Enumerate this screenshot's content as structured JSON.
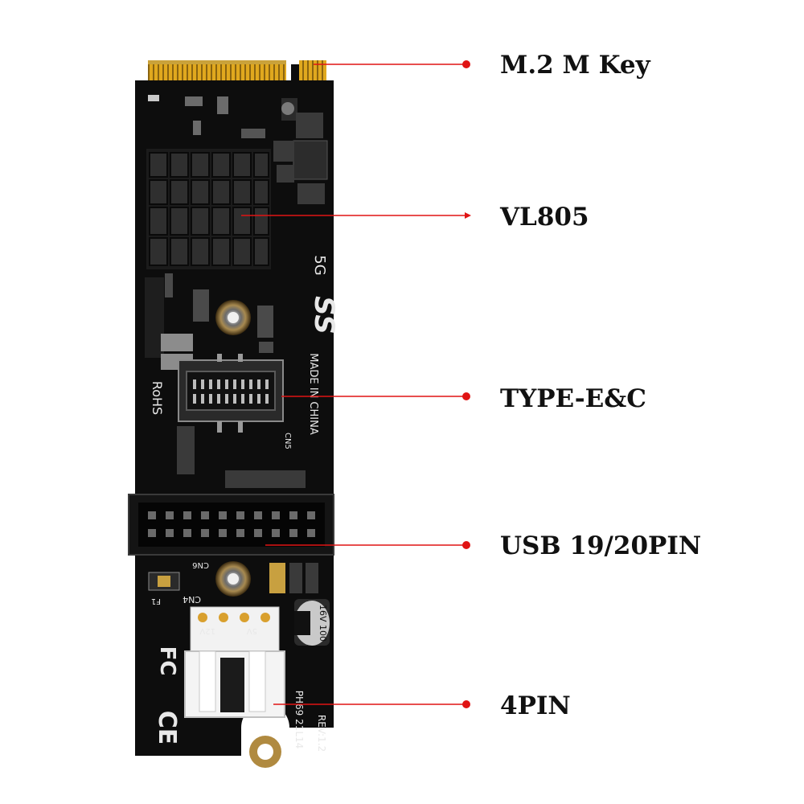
{
  "callouts": [
    {
      "id": "m2",
      "label": "M.2  M Key"
    },
    {
      "id": "vl805",
      "label": "VL805"
    },
    {
      "id": "typee",
      "label": "TYPE-E&C"
    },
    {
      "id": "usb",
      "label": "USB 19/20PIN"
    },
    {
      "id": "pin4",
      "label": "4PIN"
    }
  ],
  "board": {
    "rohs": "RoHS",
    "made_in": "MADE IN CHINA",
    "ss_5g": "5G",
    "ss_logo": "SS",
    "model": "PH69  21L14",
    "revision": "REV:1.2",
    "cn5": "CN5",
    "cn6": "CN6",
    "cn4": "CN4",
    "f1": "F1",
    "pin_12v": "12V",
    "pin_5v": "5V",
    "cap_rating": "16V 100",
    "fc_mark": "FC",
    "ce_mark": "CE"
  },
  "colors": {
    "pcb": "#0d0d0d",
    "gold": "#d9a21c",
    "callout_line": "#e01414",
    "heatsink": "#1c1c1c",
    "connector_white": "#f2f2f2"
  }
}
